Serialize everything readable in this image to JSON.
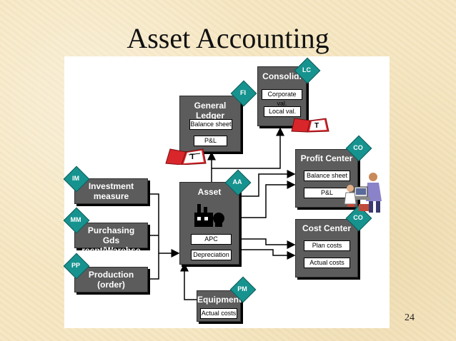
{
  "title": "Asset Accounting",
  "page_number": "24",
  "boxes": {
    "consolid": {
      "title": "Consolid.",
      "badge": "LC",
      "fields": [
        "Corporate val.",
        "Local val."
      ]
    },
    "general_ledger": {
      "title": "General Ledger",
      "badge": "FI",
      "fields": [
        "Balance sheet",
        "P&L"
      ]
    },
    "profit_center": {
      "title": "Profit Center",
      "badge": "CO",
      "fields": [
        "Balance sheet",
        "P&L"
      ]
    },
    "cost_center": {
      "title": "Cost Center",
      "badge": "CO",
      "fields": [
        "Plan costs",
        "Actual costs"
      ]
    },
    "asset": {
      "title": "Asset",
      "badge": "AA",
      "fields": [
        "APC",
        "Depreciation"
      ]
    },
    "investment": {
      "title_lines": [
        "Investment",
        "measure"
      ],
      "badge": "IM"
    },
    "purchasing": {
      "title_lines": [
        "Purchasing",
        "Gds recpt/Warehse"
      ],
      "badge": "MM"
    },
    "production": {
      "title_lines": [
        "Production",
        "(order)"
      ],
      "badge": "PP"
    },
    "equipment": {
      "title": "Equipment",
      "badge": "PM",
      "fields": [
        "Actual costs"
      ]
    }
  },
  "colors": {
    "box": "#5c5c5c",
    "badge": "#17938f",
    "background": "#f6e7c2",
    "book": "#d9262b"
  }
}
